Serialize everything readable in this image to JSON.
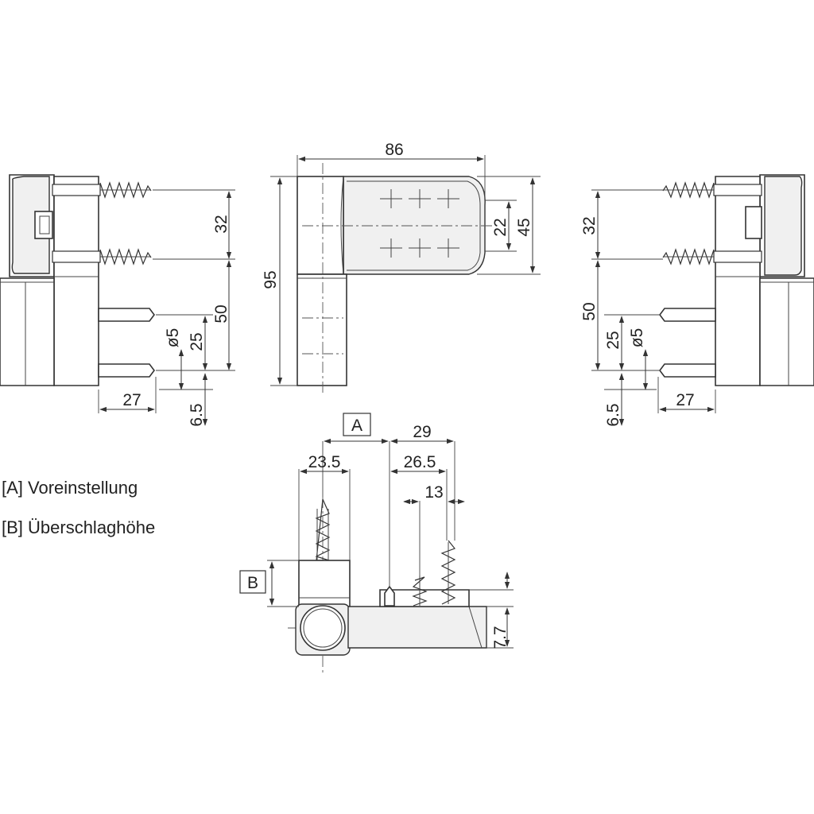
{
  "left_view": {
    "dims": {
      "screw_spacing": "32",
      "height": "50",
      "dowel_spacing": "25",
      "diameter": "ø5",
      "width": "27",
      "offset": "6.5"
    }
  },
  "top_view": {
    "dims": {
      "width": "86",
      "height": "95",
      "inner": "22",
      "outer": "45"
    }
  },
  "right_view": {
    "dims": {
      "screw_spacing": "32",
      "height": "50",
      "dowel_spacing": "25",
      "diameter": "ø5",
      "width": "27",
      "offset": "6.5"
    }
  },
  "bottom_view": {
    "labels": {
      "a": "A",
      "b": "B"
    },
    "dims": {
      "d29": "29",
      "d23_5": "23.5",
      "d26_5": "26.5",
      "d13": "13",
      "d7_7": "7.7"
    }
  },
  "legend": {
    "a": "[A] Voreinstellung",
    "b": "[B] Überschlaghöhe"
  }
}
